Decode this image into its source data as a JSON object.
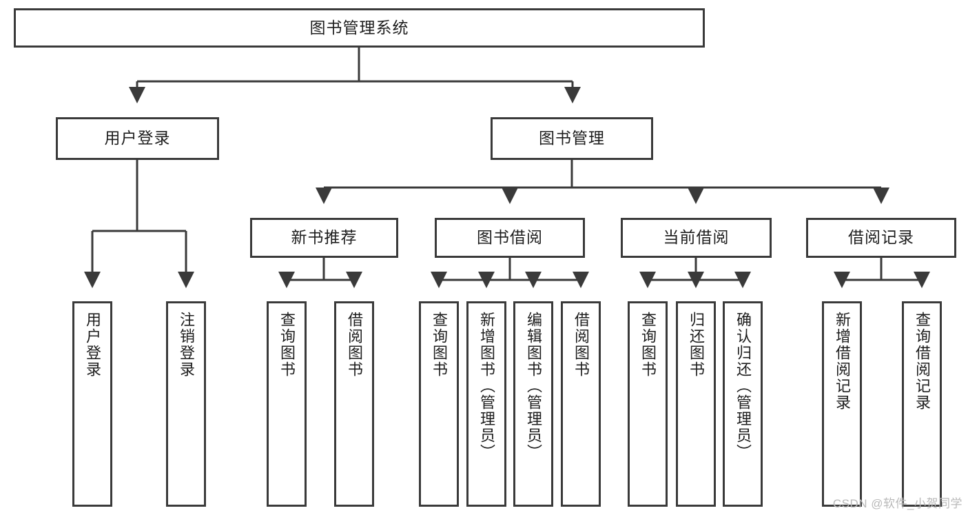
{
  "diagram": {
    "title": "图书管理系统",
    "watermark": "CSDN @软件_小贺同学",
    "colors": {
      "stroke": "#3a3a3a",
      "background": "#ffffff",
      "text": "#1d1d1d",
      "watermark": "#b9b9b9"
    },
    "root": {
      "label": "图书管理系统"
    },
    "level2": [
      {
        "label": "用户登录"
      },
      {
        "label": "图书管理"
      }
    ],
    "level3": [
      {
        "label": "新书推荐"
      },
      {
        "label": "图书借阅"
      },
      {
        "label": "当前借阅"
      },
      {
        "label": "借阅记录"
      }
    ],
    "leaves": {
      "user_login": [
        {
          "label": "用户登录"
        },
        {
          "label": "注销登录"
        }
      ],
      "new_book": [
        {
          "label": "查询图书"
        },
        {
          "label": "借阅图书"
        }
      ],
      "book_borrow": [
        {
          "label": "查询图书"
        },
        {
          "label": "新增图书（管理员）"
        },
        {
          "label": "编辑图书（管理员）"
        },
        {
          "label": "借阅图书"
        }
      ],
      "current_borrow": [
        {
          "label": "查询图书"
        },
        {
          "label": "归还图书"
        },
        {
          "label": "确认归还（管理员）"
        }
      ],
      "borrow_record": [
        {
          "label": "新增借阅记录"
        },
        {
          "label": "查询借阅记录"
        }
      ]
    }
  }
}
